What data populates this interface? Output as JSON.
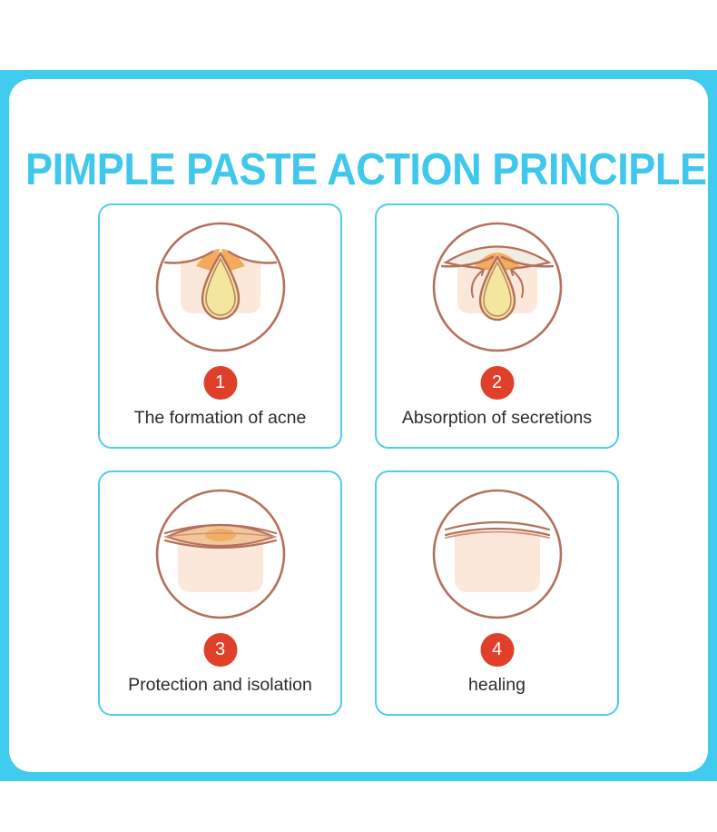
{
  "page": {
    "title": "PIMPLE PASTE ACTION PRINCIPLE",
    "frame_color": "#3fccee",
    "title_color": "#3fc8ec",
    "background": "#ffffff"
  },
  "theme": {
    "card_border": "#4dcdee",
    "badge_fill": "#e0402a",
    "badge_text": "#ffffff",
    "caption_text": "#2b2b2b",
    "illustration_outline": "#b5705c",
    "skin_fill": "#fbe6d7",
    "sebum_fill": "#f2e49a",
    "inflammation_fill": "#f0a04b",
    "patch_fill": "#f3ece1"
  },
  "steps": [
    {
      "number": "1",
      "caption": "The formation of acne",
      "figure": "acne-formation-diagram"
    },
    {
      "number": "2",
      "caption": "Absorption of secretions",
      "figure": "secretion-absorption-diagram"
    },
    {
      "number": "3",
      "caption": "Protection and isolation",
      "figure": "protection-isolation-diagram"
    },
    {
      "number": "4",
      "caption": "healing",
      "figure": "healing-diagram"
    }
  ]
}
